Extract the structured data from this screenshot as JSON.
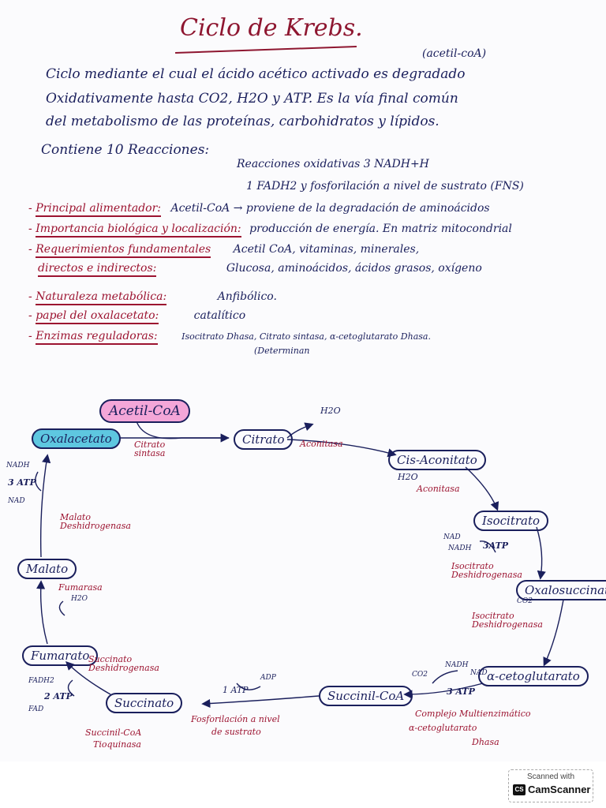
{
  "title": "Ciclo de Krebs.",
  "intro": {
    "note": "(acetil-coA)",
    "line1": "Ciclo mediante el cual el ácido acético activado es degradado",
    "line2": "Oxidativamente hasta CO2, H2O y ATP. Es la vía final común",
    "line3": "del metabolismo de las proteínas, carbohidratos y lípidos."
  },
  "reactions": {
    "label": "Contiene 10 Reacciones:",
    "line1": "Reacciones oxidativas 3 NADH+H",
    "line2": "1 FADH2 y fosforilación a nivel de sustrato (FNS)"
  },
  "items": [
    {
      "label": "Principal alimentador:",
      "text": "Acetil-CoA → proviene de la degradación de aminoácidos"
    },
    {
      "label": "Importancia biológica y localización:",
      "text": "producción de energía. En matriz mitocondrial"
    },
    {
      "label": "Requerimientos fundamentales",
      "text": "Acetil CoA, vitaminas, minerales,"
    },
    {
      "label": "directos e indirectos:",
      "text": "Glucosa, aminoácidos, ácidos grasos, oxígeno"
    },
    {
      "label": "Naturaleza metabólica:",
      "text": "Anfibólico."
    },
    {
      "label": "papel del oxalacetato:",
      "text": "catalítico"
    },
    {
      "label": "Enzimas reguladoras:",
      "text": "Isocitrato Dhasa, Citrato sintasa, α-cetoglutarato Dhasa."
    }
  ],
  "enzymes_note": "(Determinan",
  "cycle": {
    "acetyl": "Acetil-CoA",
    "oxalacetato": "Oxalacetato",
    "citrato": "Citrato",
    "cis_aconitato": "Cis-Aconitato",
    "isocitrato": "Isocitrato",
    "oxalosuccinato": "Oxalosuccinato",
    "a_cetoglutarato": "α-cetoglutarato",
    "succinil_coa": "Succinil-CoA",
    "succinato": "Succinato",
    "fumarato": "Fumarato",
    "malato": "Malato"
  },
  "cycle_labels": {
    "citrato_sintasa": "Citrato sintasa",
    "aconitasa1": "Aconitasa",
    "h2o_top": "H2O",
    "h2o_cis": "H2O",
    "aconitasa2": "Aconitasa",
    "nad_iso": "NAD",
    "nadh_iso": "NADH",
    "atp3_iso": "3ATP",
    "iso_dh": "Isocitrato Deshidrogenasa",
    "co2_oxalo": "CO2",
    "iso_dh2": "Isocitrato Deshidrogenasa",
    "co2_keto": "CO2",
    "nadh_keto": "NADH",
    "nad_keto": "NAD",
    "atp3_keto": "3 ATP",
    "complejo1": "Complejo Multienzimático",
    "complejo2": "α-cetoglutarato",
    "complejo3": "Dhasa",
    "atp1": "1 ATP",
    "adp": "ADP",
    "fosforilacion1": "Fosforilación a nivel",
    "fosforilacion2": "de sustrato",
    "succinil_tioquinasa1": "Succinil-CoA",
    "succinil_tioquinasa2": "Tioquinasa",
    "fadh2": "FADH2",
    "atp2": "2 ATP",
    "fad": "FAD",
    "succinato_dh": "Succinato Deshidrogenasa",
    "fumarasa": "Fumarasa",
    "h2o_fum": "H2O",
    "malato_dh": "Malato Deshidrogenasa",
    "nadh_mal": "NADH",
    "atp3_mal": "3 ATP",
    "nad_mal": "NAD"
  },
  "scanner": {
    "caption": "Scanned with",
    "icon": "CS",
    "brand": "CamScanner"
  },
  "colors": {
    "ink": "#1a1f5c",
    "red": "#9c1330",
    "pink": "#f4a6d8",
    "blue": "#5ec7e0"
  }
}
